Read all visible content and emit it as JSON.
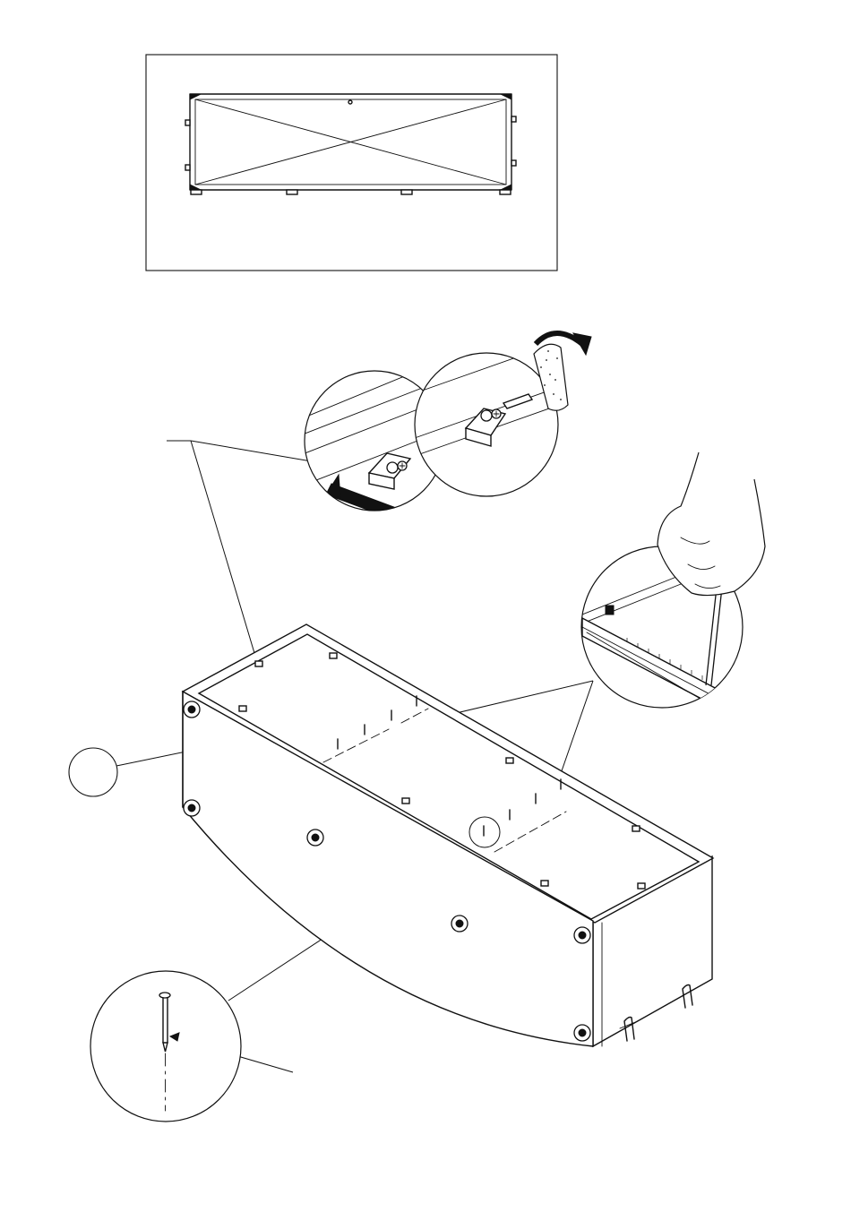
{
  "figure": {
    "top_view": {
      "icon": "cabinet-back-top-view"
    },
    "assembly": {
      "icon": "cabinet-isometric-back-view"
    },
    "details": [
      {
        "icon": "cam-fitting-insert-detail"
      },
      {
        "icon": "cam-fitting-screw-tighten-detail"
      },
      {
        "icon": "measure-and-mark-detail"
      },
      {
        "icon": "nail-detail"
      }
    ],
    "callouts": [
      {
        "icon": "part-reference-callout",
        "label": ""
      }
    ],
    "colors": {
      "line": "#111111",
      "background": "#ffffff"
    }
  }
}
